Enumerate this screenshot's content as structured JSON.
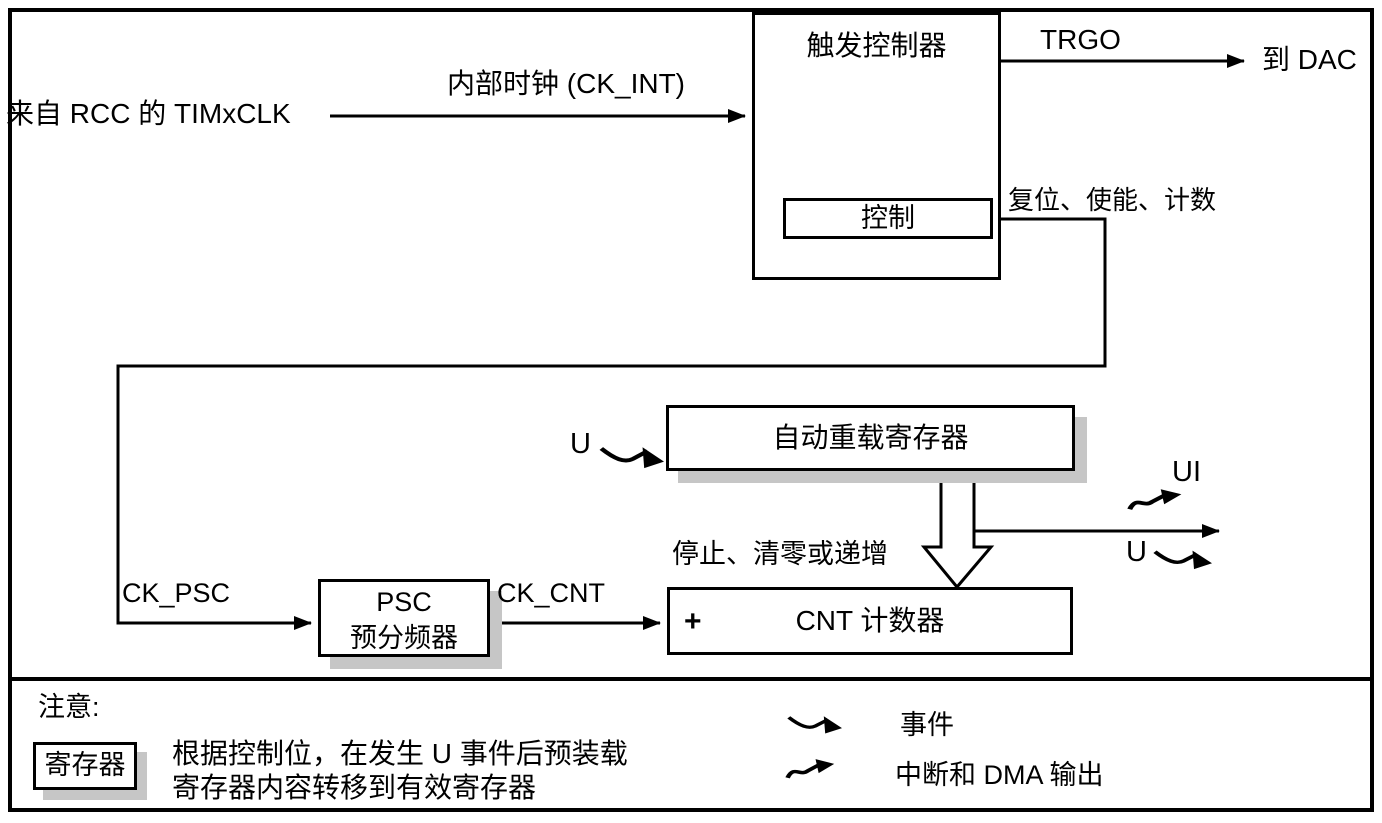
{
  "diagram": {
    "labels": {
      "from_rcc": "来自 RCC 的 TIMxCLK",
      "internal_clock": "内部时钟 (CK_INT)",
      "trgo": "TRGO",
      "to_dac": "到 DAC",
      "reset_enable_count": "复位、使能、计数",
      "u_event_arr": "U",
      "stop_clear_increment": "停止、清零或递增",
      "ui_output": "UI",
      "u_output": "U",
      "ck_psc": "CK_PSC",
      "ck_cnt": "CK_CNT",
      "plus": "+"
    },
    "blocks": {
      "trigger_controller": "触发控制器",
      "control": "控制",
      "auto_reload_register": "自动重载寄存器",
      "psc_line1": "PSC",
      "psc_line2": "预分频器",
      "cnt_counter": "CNT 计数器"
    },
    "legend": {
      "note_title": "注意:",
      "register_box": "寄存器",
      "note_line1": "根据控制位，在发生 U 事件后预装载",
      "note_line2": "寄存器内容转移到有效寄存器",
      "event": "事件",
      "interrupt_dma": "中断和 DMA 输出"
    },
    "icons": {
      "event-arrow-icon": "zigzag-arrow",
      "interrupt-dma-arrow-icon": "wavy-arrow"
    },
    "colors": {
      "background": "#ffffff",
      "line": "#000000",
      "shadow": "#c6c6c6"
    }
  }
}
